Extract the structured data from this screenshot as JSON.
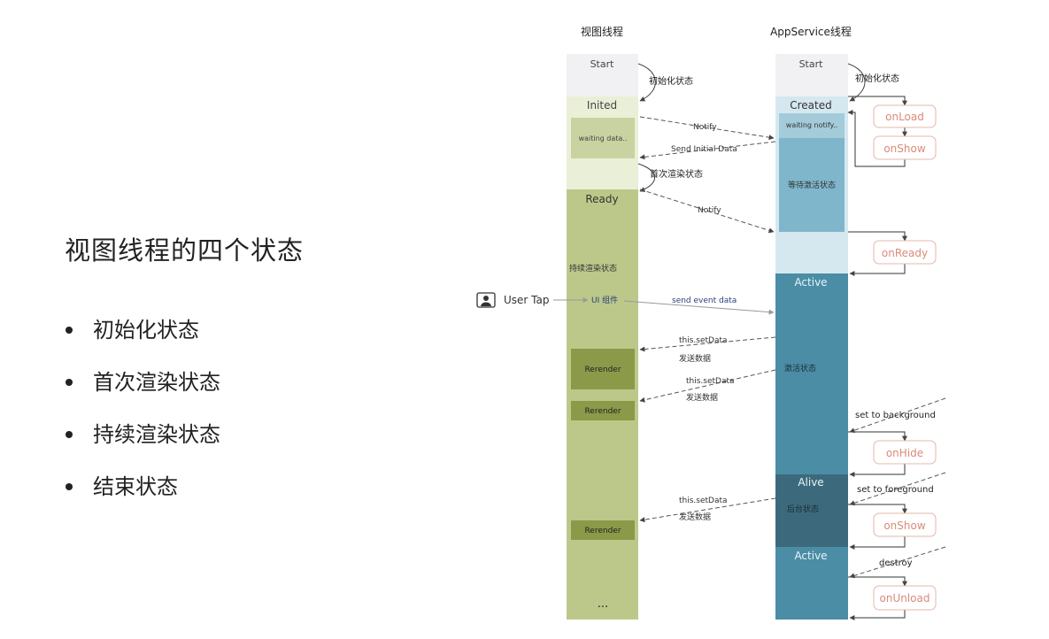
{
  "slide": {
    "title": "视图线程的四个状态",
    "bullets": [
      "初始化状态",
      "首次渲染状态",
      "持续渲染状态",
      "结束状态"
    ]
  },
  "diagram": {
    "view_thread": {
      "header": "视图线程",
      "start": "Start",
      "inited": "Inited",
      "waiting": "waiting data..",
      "ready": "Ready",
      "continuous_label": "持续渲染状态",
      "ui_component": "UI 组件",
      "rerender": [
        "Rerender",
        "Rerender",
        "Rerender"
      ],
      "ellipsis": "..."
    },
    "app_thread": {
      "header": "AppService线程",
      "start": "Start",
      "created": "Created",
      "waiting_notify": "waiting notify..",
      "waiting_activate": "等待激活状态",
      "active": "Active",
      "active_label": "激活状态",
      "alive": "Alive",
      "background_label": "后台状态",
      "active2": "Active"
    },
    "arrows": {
      "init_state_view": "初始化状态",
      "init_state_app": "初始化状态",
      "notify1": "Notify",
      "send_initial": "Send Initial Data",
      "first_render": "首次渲染状态",
      "notify2": "Notify",
      "user_tap": "User Tap",
      "send_event": "send event data",
      "setdata1": "this.setData",
      "send1": "发送数据",
      "setdata2": "this.setData",
      "send2": "发送数据",
      "setdata3": "this.setData",
      "send3": "发送数据",
      "to_background": "set to background",
      "to_foreground": "set to foreground",
      "destroy": "destroy"
    },
    "lifecycle": {
      "onload": "onLoad",
      "onshow": "onShow",
      "onready": "onReady",
      "onhide": "onHide",
      "onshow2": "onShow",
      "onunload": "onUnload"
    },
    "colors": {
      "view_green": "#bcc88a",
      "rerender": "#8b9a48",
      "app_blue": "#4a8da5",
      "alive": "#3c6a7c",
      "lifecycle_text": "#d98b78"
    }
  }
}
